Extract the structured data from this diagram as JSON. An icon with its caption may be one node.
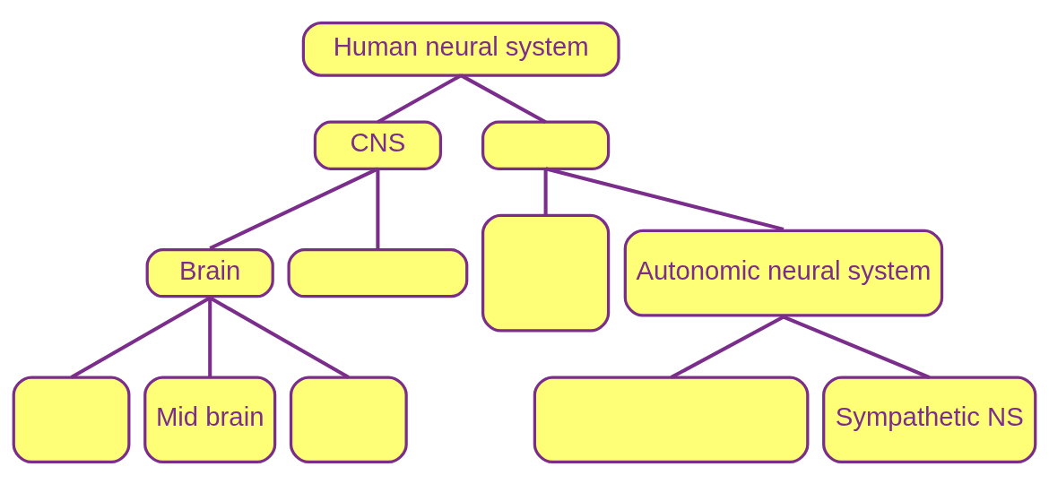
{
  "diagram": {
    "nodes": [
      {
        "text": [
          "Human neural system"
        ]
      },
      {
        "text": [
          "CNS"
        ]
      },
      {
        "text": [],
        "shape": "box"
      },
      {
        "text": [
          "Brain"
        ]
      },
      {
        "text": [],
        "shape": "box"
      },
      {
        "text": [],
        "shape": "box"
      },
      {
        "text": [
          "Autonomic neural system"
        ]
      },
      {
        "text": [],
        "shape": "box"
      },
      {
        "text": [
          "Mid brain"
        ]
      },
      {
        "text": [],
        "shape": "box"
      },
      {
        "text": [],
        "shape": "box"
      },
      {
        "text": [
          "Sympathetic NS"
        ]
      }
    ],
    "edges": [
      {
        "from": 0,
        "to": 1,
        "arrow": "none"
      },
      {
        "from": 0,
        "to": 2,
        "arrow": "none"
      },
      {
        "from": 1,
        "to": 3,
        "arrow": "none"
      },
      {
        "from": 1,
        "to": 4,
        "arrow": "none"
      },
      {
        "from": 2,
        "to": 5,
        "arrow": "none"
      },
      {
        "from": 2,
        "to": 6,
        "arrow": "none"
      },
      {
        "from": 3,
        "to": 7,
        "arrow": "none"
      },
      {
        "from": 3,
        "to": 8,
        "arrow": "none"
      },
      {
        "from": 3,
        "to": 9,
        "arrow": "none"
      },
      {
        "from": 6,
        "to": 10,
        "arrow": "none"
      },
      {
        "from": 6,
        "to": 11,
        "arrow": "none"
      }
    ]
  }
}
